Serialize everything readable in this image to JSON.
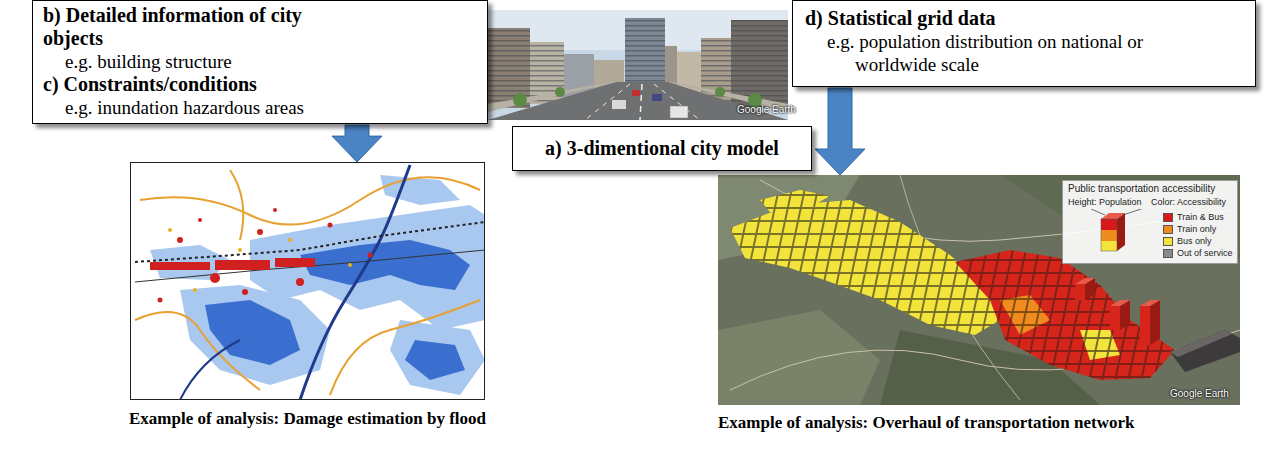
{
  "diagram": {
    "nodes": [
      {
        "text": [
          "b) Detailed information of city objects",
          "e.g. building structure",
          "c) Constraints/conditions",
          "e.g. inundation hazardous areas"
        ]
      },
      {
        "text": [
          "d) Statistical grid data",
          "e.g. population distribution on national or worldwide scale"
        ]
      },
      {
        "text": [
          "a) 3-dimentional city model"
        ]
      },
      {
        "text": [
          "Example of analysis: Damage estimation by flood"
        ]
      },
      {
        "text": [
          "Example of analysis: Overhaul of transportation network"
        ]
      }
    ],
    "edges": [
      {
        "from": 0,
        "to": 3,
        "arrow": "to"
      },
      {
        "from": 1,
        "to": 4,
        "arrow": "to"
      }
    ],
    "labels": [
      "Google Earth",
      "Google Earth",
      "Public transportation accessibility",
      "Height: Population",
      "Color: Accessibility"
    ],
    "legend": [
      {
        "text": "Train & Bus",
        "color": "#d7191c"
      },
      {
        "text": "Train only",
        "color": "#f08c1e"
      },
      {
        "text": "Bus only",
        "color": "#f2e43a"
      },
      {
        "text": "Out of service",
        "color": "#8a8a8a"
      }
    ]
  }
}
